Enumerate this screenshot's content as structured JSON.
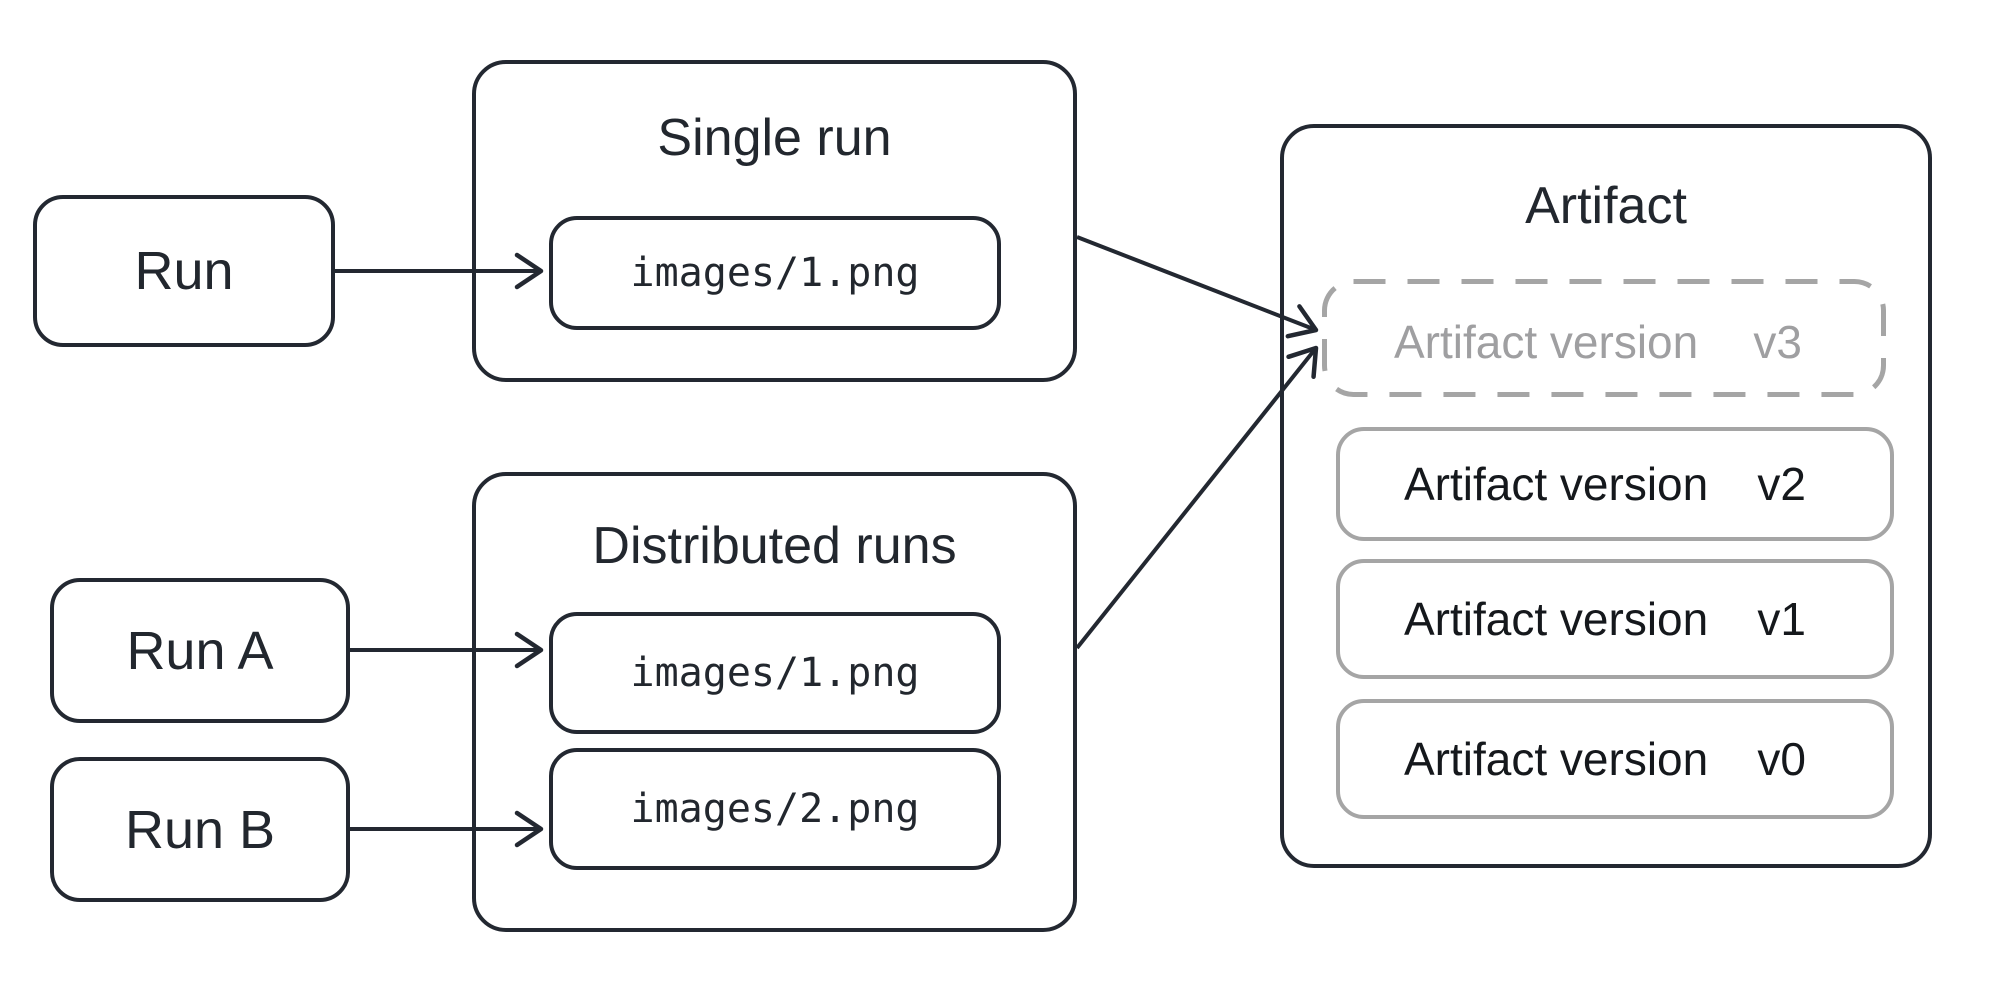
{
  "colors": {
    "ink": "#232831",
    "muted_border": "#a5a5a5",
    "muted_text": "#9f9fa1",
    "background": "#ffffff"
  },
  "nodes": {
    "run": {
      "label": "Run"
    },
    "run_a": {
      "label": "Run A"
    },
    "run_b": {
      "label": "Run B"
    }
  },
  "groups": {
    "single_run": {
      "title": "Single run",
      "files": [
        {
          "path": "images/1.png"
        }
      ]
    },
    "distributed_runs": {
      "title": "Distributed runs",
      "files": [
        {
          "path": "images/1.png"
        },
        {
          "path": "images/2.png"
        }
      ]
    }
  },
  "artifact": {
    "title": "Artifact",
    "versions": [
      {
        "label": "Artifact version",
        "tag": "v3",
        "state": "pending-dashed"
      },
      {
        "label": "Artifact version",
        "tag": "v2",
        "state": "committed"
      },
      {
        "label": "Artifact version",
        "tag": "v1",
        "state": "committed"
      },
      {
        "label": "Artifact version",
        "tag": "v0",
        "state": "committed"
      }
    ]
  },
  "edges": [
    {
      "from": "Run",
      "to": "Single run / images/1.png"
    },
    {
      "from": "Run A",
      "to": "Distributed runs / images/1.png"
    },
    {
      "from": "Run B",
      "to": "Distributed runs / images/2.png"
    },
    {
      "from": "Single run",
      "to": "Artifact version v3"
    },
    {
      "from": "Distributed runs",
      "to": "Artifact version v3"
    }
  ]
}
